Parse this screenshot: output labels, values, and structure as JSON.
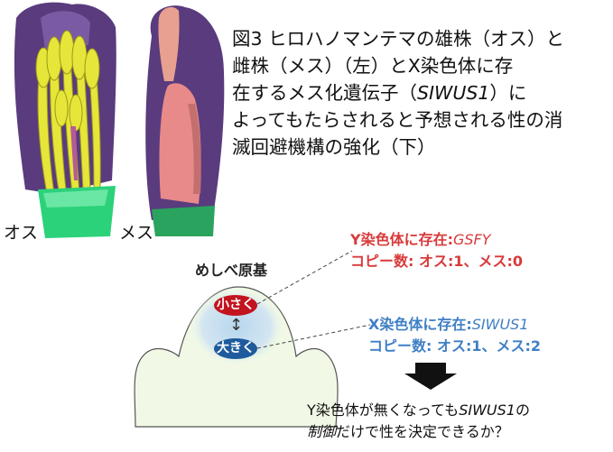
{
  "caption": {
    "line1": "図3 ヒロハノマンテマの雄株（オス）と",
    "line2": "雌株（メス）（左）とX染色体に存",
    "line3_prefix": "在するメス化遺伝子（",
    "line3_gene": "SIWUS1",
    "line3_suffix": "）に",
    "line4": "よってもたらされると予想される性の消",
    "line5": "滅回避機構の強化（下）"
  },
  "flower_labels": {
    "male": "オス",
    "female": "メス"
  },
  "diagram": {
    "title": "めしべ原基",
    "small_label": "小さく",
    "large_label": "大きく",
    "arrow_glyph": "↕",
    "y_chromosome": {
      "line1_prefix": "Y染色体に存在:",
      "gene": "GSFY",
      "line2": "コピー数: オス:1、メス:0"
    },
    "x_chromosome": {
      "line1_prefix": "X染色体に存在:",
      "gene": "SIWUS1",
      "line2": "コピー数: オス:1、メス:2"
    },
    "question": {
      "line1_prefix": "Y染色体が無くなっても",
      "line1_gene": "SIWUS1",
      "line1_suffix": "の",
      "line2_prefix": "制御",
      "line2_suffix": "だけで性を決定できるか？"
    }
  },
  "colors": {
    "y_text": "#d83a3a",
    "x_text": "#3f7fc4",
    "small_oval": "#c2141f",
    "large_oval": "#1f5b9c",
    "primordium_fill": "#f1f9e6",
    "center_glow": "#b7d6ee",
    "petal_purple": "#5a3b7e",
    "stamen_yellow": "#e6e63a",
    "calyx_green": "#2bd27a",
    "pistil_pink": "#e88a8a"
  }
}
